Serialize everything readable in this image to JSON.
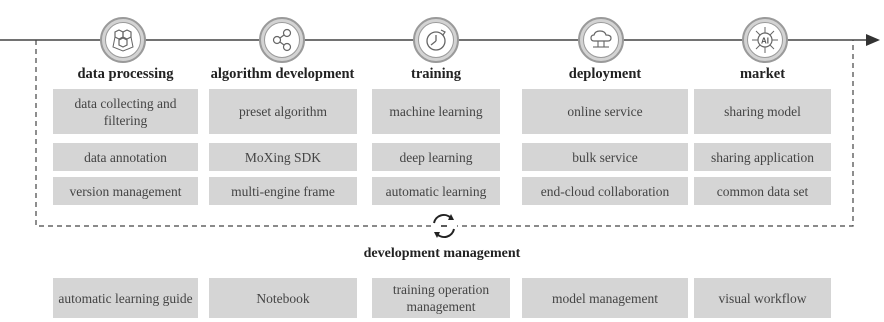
{
  "stages": [
    {
      "title": "data processing",
      "icon": "honeycomb-icon",
      "items": [
        "data collecting and filtering",
        "data annotation",
        "version management"
      ]
    },
    {
      "title": "algorithm development",
      "icon": "share-nodes-icon",
      "items": [
        "preset algorithm",
        "MoXing SDK",
        "multi-engine frame"
      ]
    },
    {
      "title": "training",
      "icon": "stopwatch-icon",
      "items": [
        "machine learning",
        "deep learning",
        "automatic learning"
      ]
    },
    {
      "title": "deployment",
      "icon": "cloud-deploy-icon",
      "items": [
        "online service",
        "bulk service",
        "end-cloud collaboration"
      ]
    },
    {
      "title": "market",
      "icon": "ai-chip-icon",
      "icon_text": "AI",
      "items": [
        "sharing model",
        "sharing application",
        "common data set"
      ]
    }
  ],
  "development_management": {
    "title": "development management",
    "icon": "cycle-arrows-icon",
    "items": [
      "automatic learning guide",
      "Notebook",
      "training operation management",
      "model management",
      "visual workflow"
    ]
  },
  "colors": {
    "box": "#d5d5d5",
    "line": "#555555",
    "icon_ring": "#9a9a9a"
  }
}
